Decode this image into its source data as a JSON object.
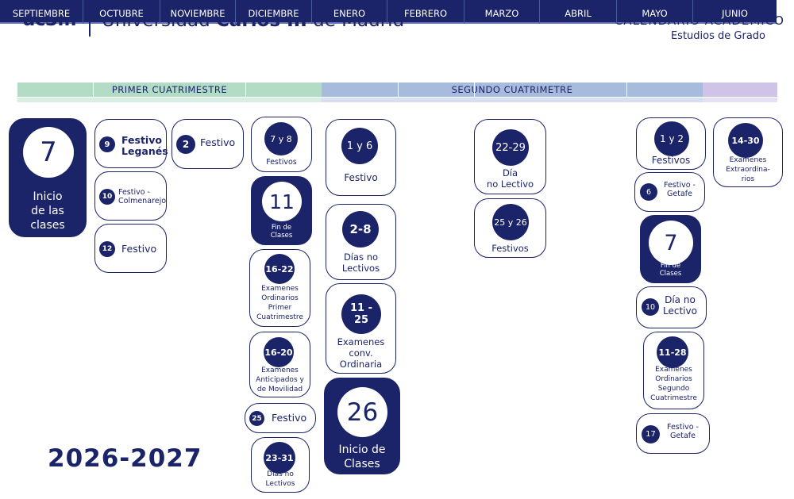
{
  "header": {
    "logo_short": "uc3m",
    "university_prefix": "Universidad ",
    "university_bold": "Carlos III",
    "university_suffix": " de Madrid",
    "title": "CALENDARIO ACADEMICO",
    "subtitle": "Estudios de Grado"
  },
  "months": [
    "SEPTIEMBRE",
    "OCTUBRE",
    "NOVIEMBRE",
    "DICIEMBRE",
    "ENERO",
    "FEBRERO",
    "MARZO",
    "ABRIL",
    "MAYO",
    "JUNIO"
  ],
  "semesters": {
    "first": "PRIMER CUATRIMESTRE",
    "second": "SEGUNDO CUATRIMETRE"
  },
  "colors": {
    "navy": "#1b2468",
    "first_semester": "#7fbf9f",
    "second_semester": "#7b96c2",
    "extraordinary": "#b6a7d8"
  },
  "events": {
    "sep_start": {
      "date": "7",
      "text_1": "Inicio",
      "text_2": "de las",
      "text_3": "clases"
    },
    "oct_9": {
      "date": "9",
      "text_1": "Festivo",
      "text_2": "Leganés"
    },
    "oct_10": {
      "date": "10",
      "text_1": "Festivo -",
      "text_2": "Colmenarejo"
    },
    "oct_12": {
      "date": "12",
      "text_1": "Festivo"
    },
    "nov_2": {
      "date": "2",
      "text_1": "Festivo"
    },
    "dec_7_8": {
      "date": "7 y 8",
      "text_1": "Festivos"
    },
    "dec_11": {
      "date": "11",
      "text_1": "Fin de",
      "text_2": "Clases"
    },
    "dec_16_22": {
      "date": "16-22",
      "text_1": "Examenes",
      "text_2": "Ordinarios",
      "text_3": "Primer",
      "text_4": "Cuatrimestre"
    },
    "dec_16_20": {
      "date": "16-20",
      "text_1": "Examenes",
      "text_2": "Anticipados y",
      "text_3": "de Movilidad"
    },
    "dec_25": {
      "date": "25",
      "text_1": "Festivo"
    },
    "dec_23_31": {
      "date": "23-31",
      "text_1": "Días no",
      "text_2": "Lectivos"
    },
    "jan_1_6": {
      "date": "1 y 6",
      "text_1": "Festivo"
    },
    "jan_2_8": {
      "date": "2-8",
      "text_1": "Días no",
      "text_2": "Lectivos"
    },
    "jan_11_25": {
      "date": "11 - 25",
      "text_1": "Examenes",
      "text_2": "conv.",
      "text_3": "Ordinaria"
    },
    "jan_26": {
      "date": "26",
      "text_1": "Inicio de",
      "text_2": "Clases"
    },
    "mar_22_29": {
      "date": "22-29",
      "text_1": "Día",
      "text_2": "no Lectivo"
    },
    "mar_25_26": {
      "date": "25 y 26",
      "text_1": "Festivos"
    },
    "may_1_2": {
      "date": "1 y 2",
      "text_1": "Festivos"
    },
    "may_6": {
      "date": "6",
      "text_1": "Festivo -",
      "text_2": "Getafe"
    },
    "may_7": {
      "date": "7",
      "text_1": "Fin de",
      "text_2": "Clases"
    },
    "may_10": {
      "date": "10",
      "text_1": "Día no",
      "text_2": "Lectivo"
    },
    "may_11_28": {
      "date": "11-28",
      "text_1": "Examenes",
      "text_2": "Ordinarios",
      "text_3": "Segundo",
      "text_4": "Cuatrimestre"
    },
    "may_17": {
      "date": "17",
      "text_1": "Festivo -",
      "text_2": "Getafe"
    },
    "jun_14_30": {
      "date": "14-30",
      "text_1": "Examenes",
      "text_2": "Extraordina-",
      "text_3": "rios"
    }
  },
  "academic_year": "2026-2027"
}
